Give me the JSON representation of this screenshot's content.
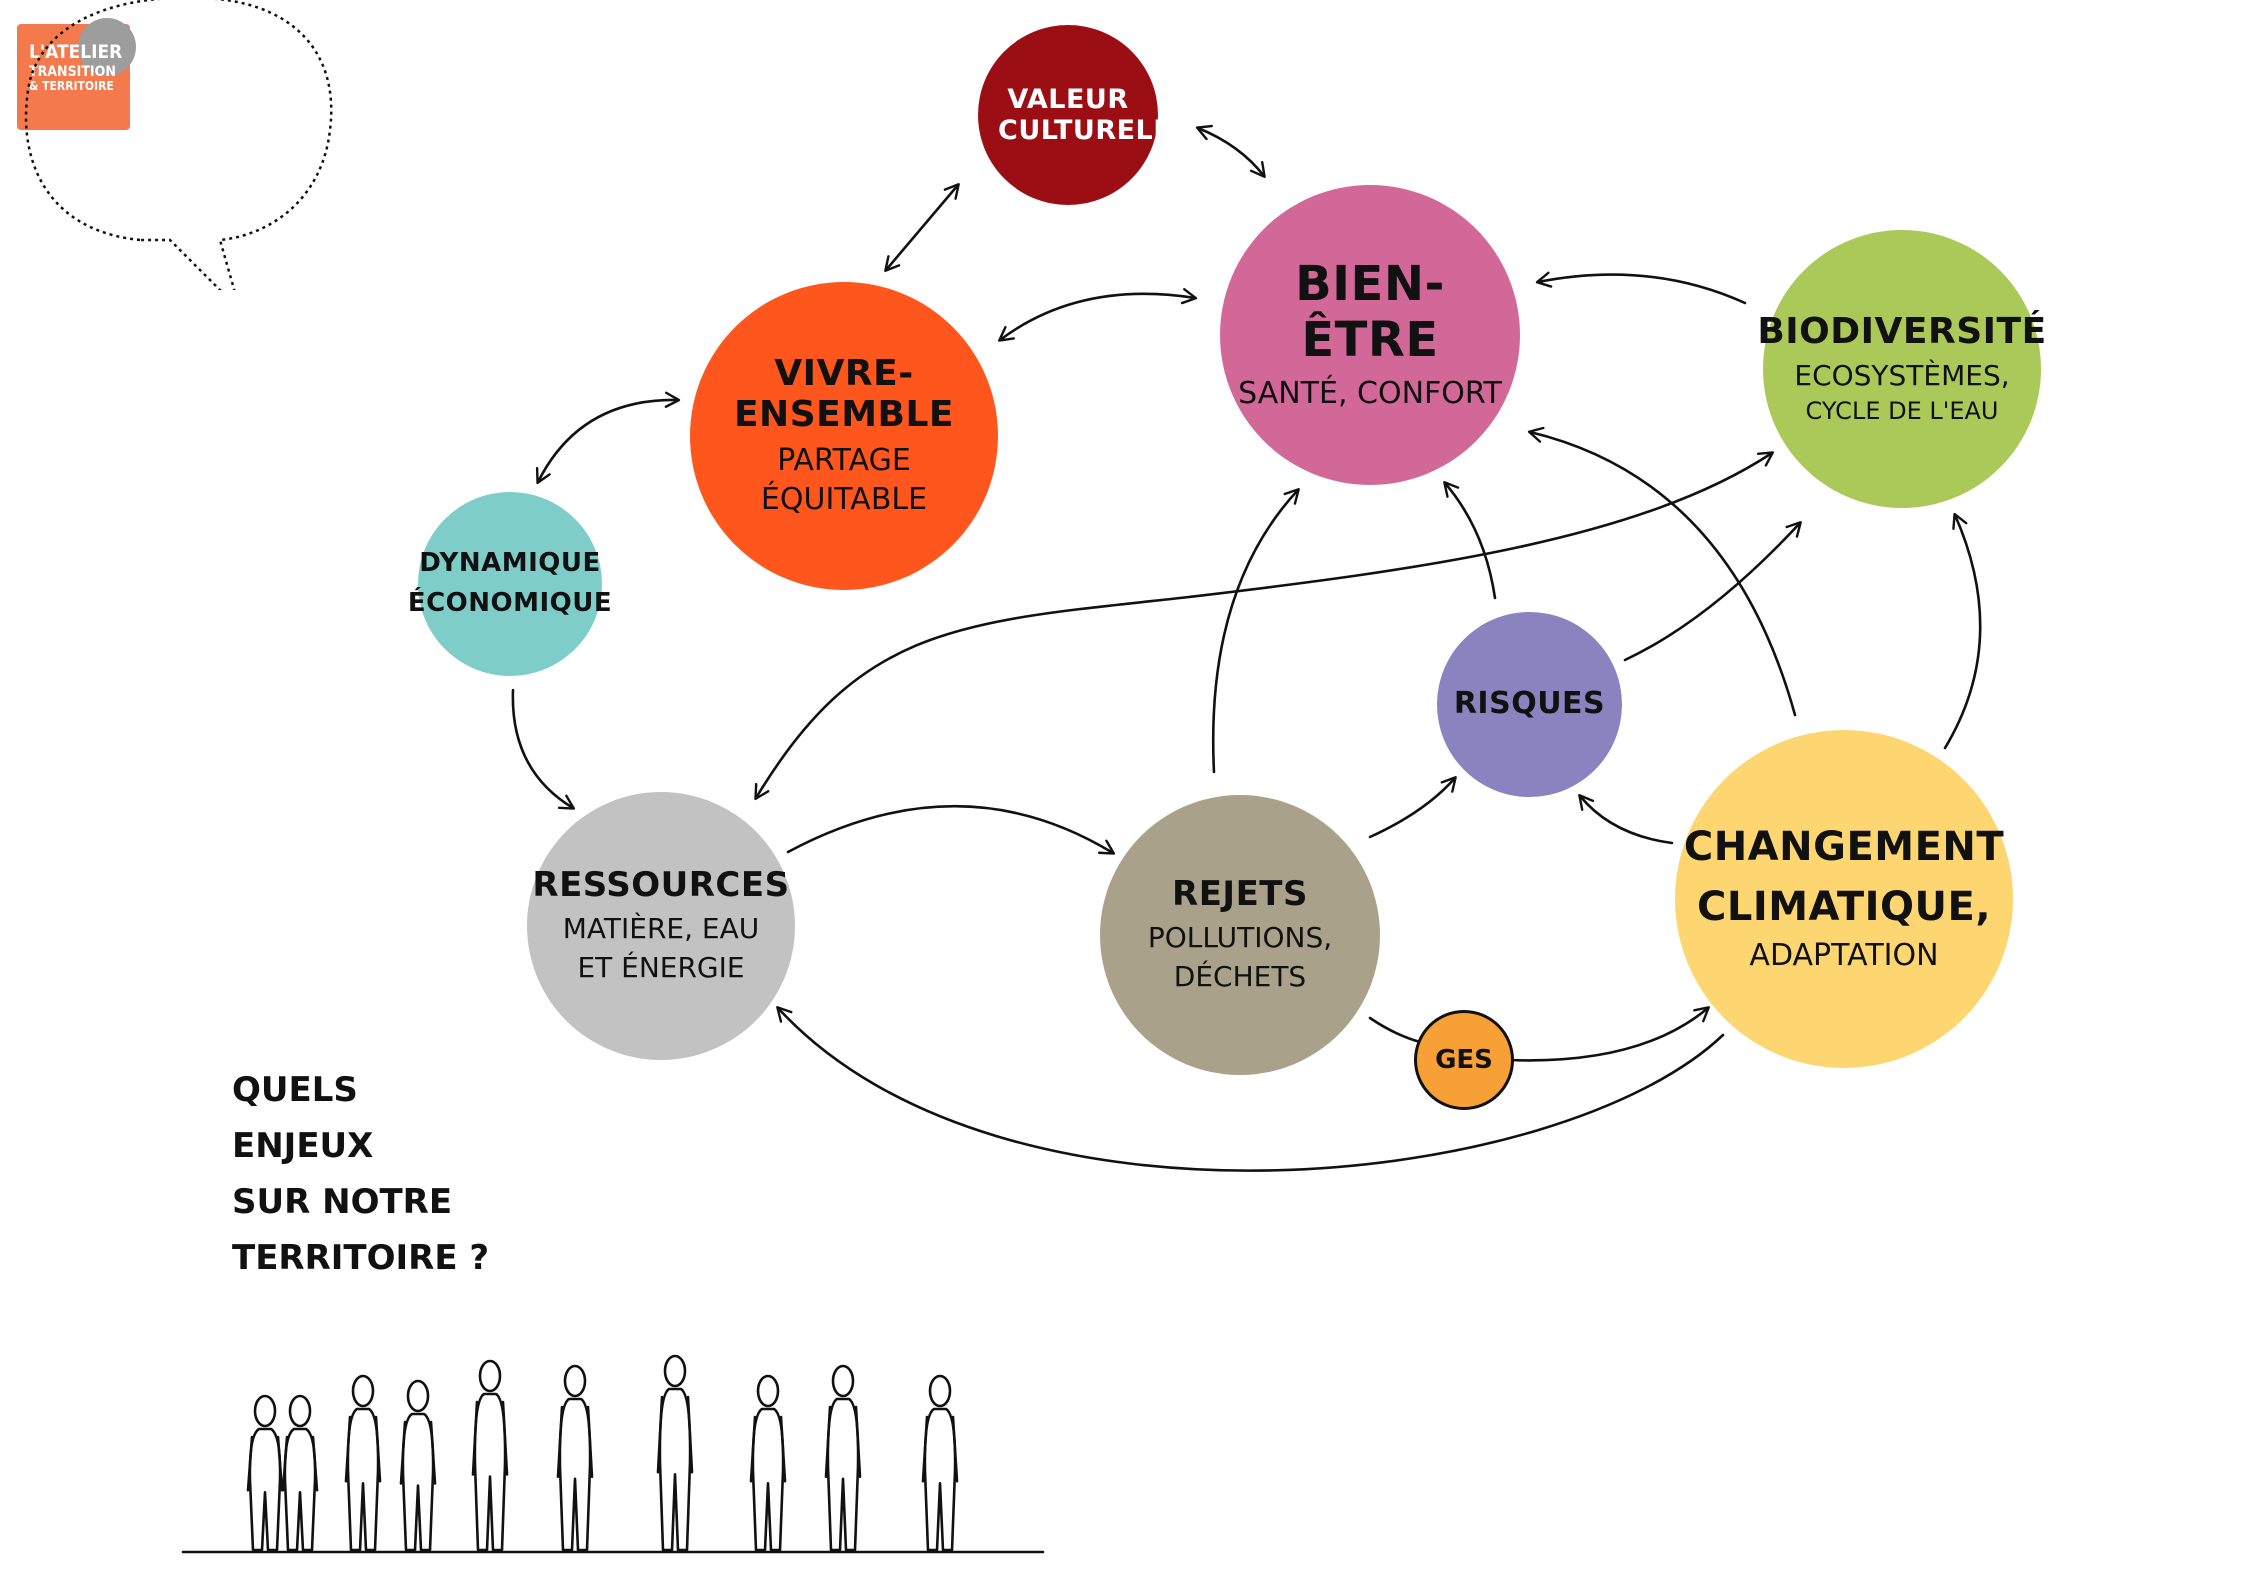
{
  "logo": {
    "line1": "L'ATELIER",
    "line2": "TRANSITION",
    "line3": "& TERRITOIRE",
    "color": "#f47a4e"
  },
  "nodes": {
    "valeur_culturelle": {
      "title": "Valeur culturelle",
      "subtitle": "",
      "color": "#9b0f14"
    },
    "bien_etre": {
      "title": "Bien-être",
      "subtitle": "Santé, confort",
      "color": "#d16898"
    },
    "vivre_ensemble": {
      "title": "Vivre-ensemble",
      "subtitle": "Partage équitable",
      "color": "#fe561d"
    },
    "biodiversite": {
      "title": "Biodiversité",
      "subtitle_line1": "Ecosystèmes,",
      "subtitle_line2": "cycle de l'eau",
      "color": "#aac959"
    },
    "dynamique_economique": {
      "title": "Dynamique",
      "title_line2": "économique",
      "color": "#7fcdc8"
    },
    "risques": {
      "title": "Risques",
      "color": "#8b83bf"
    },
    "ressources": {
      "title": "Ressources",
      "subtitle_line1": "matière, eau",
      "subtitle_line2": "et énergie",
      "color": "#c2c2c2"
    },
    "rejets": {
      "title": "Rejets",
      "subtitle_line1": "pollutions,",
      "subtitle_line2": "déchets",
      "color": "#aaa18b"
    },
    "changement_climatique": {
      "title_line1": "Changement",
      "title_line2": "climatique,",
      "subtitle": "adaptation",
      "color": "#fdd671"
    }
  },
  "ges": {
    "label": "GES",
    "color": "#f6a035"
  },
  "speech_bubble": {
    "line1": "Quels enjeux",
    "line2": "sur notre",
    "line3": "territoire ?"
  },
  "figure_count": 10
}
